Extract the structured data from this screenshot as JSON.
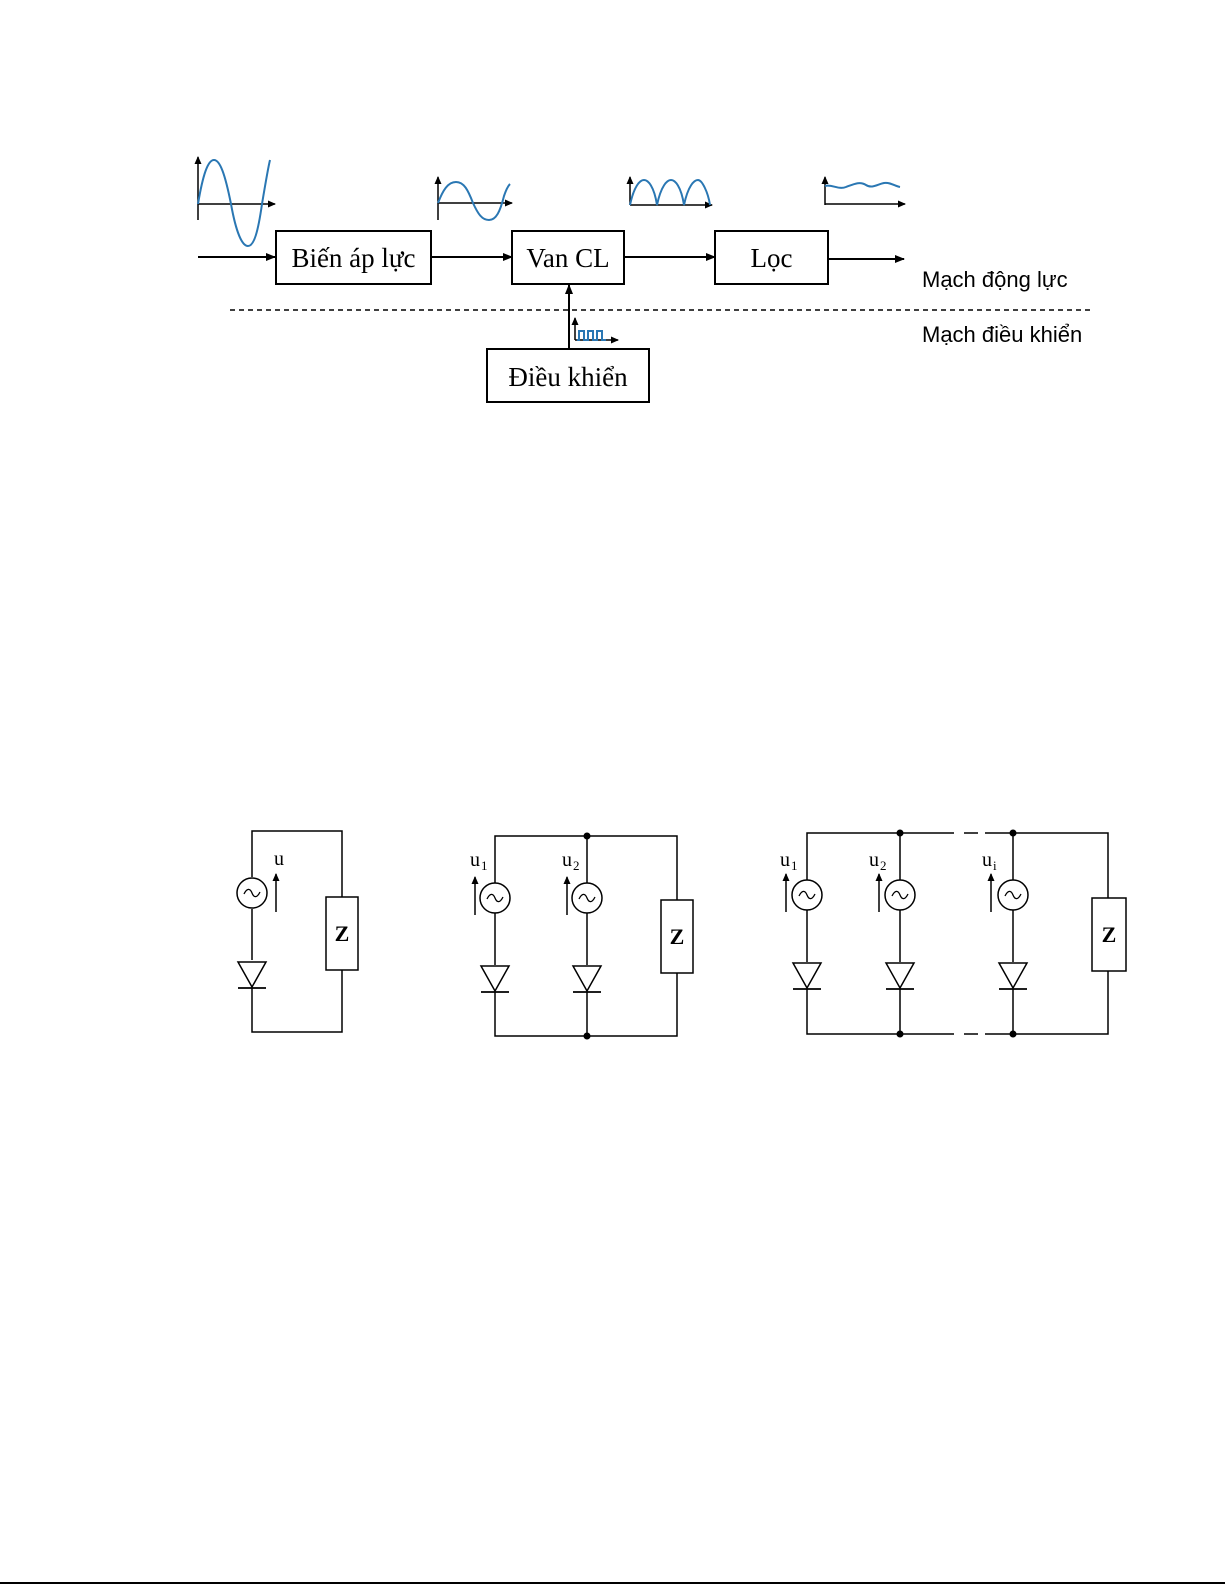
{
  "block_diagram": {
    "blocks": {
      "transformer": "Biến áp lực",
      "valve": "Van CL",
      "filter": "Lọc",
      "control": "Điều khiển"
    },
    "zones": {
      "power": "Mạch động lực",
      "control": "Mạch điều khiển"
    },
    "colors": {
      "waveform": "#2a77b3",
      "lines": "#000000"
    }
  },
  "circuits": {
    "single": {
      "source": "u",
      "load": "Z"
    },
    "double": {
      "source_1": "u",
      "source_1_sub": "1",
      "source_2": "u",
      "source_2_sub": "2",
      "load": "Z"
    },
    "multi": {
      "source_1": "u",
      "source_1_sub": "1",
      "source_2": "u",
      "source_2_sub": "2",
      "source_i": "u",
      "source_i_sub": "i",
      "load": "Z"
    }
  }
}
